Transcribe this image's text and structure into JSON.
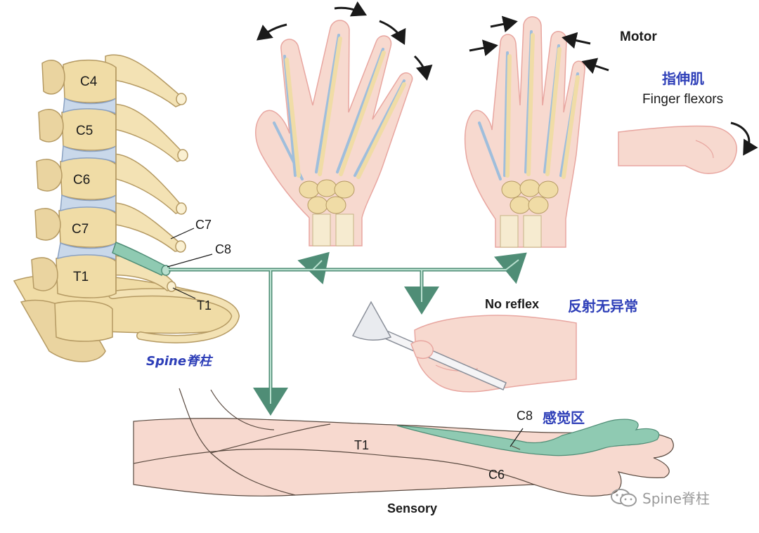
{
  "labels": {
    "vertebrae": [
      "C4",
      "C5",
      "C6",
      "C7",
      "T1"
    ],
    "root_c7": "C7",
    "root_c8": "C8",
    "root_t1": "T1",
    "spine_brand": "Spine脊柱",
    "motor": "Motor",
    "motor_cn": "指伸肌",
    "finger_flexors": "Finger flexors",
    "no_reflex": "No reflex",
    "reflex_cn": "反射无异常",
    "sensory": "Sensory",
    "derm_c8": "C8",
    "derm_cn": "感觉区",
    "derm_t1": "T1",
    "derm_c6": "C6"
  },
  "watermark": {
    "text": "Spine脊柱",
    "icon": "wechat-icon"
  },
  "colors": {
    "nerve_green": "#8fcab2",
    "nerve_stroke": "#4f8d76",
    "skin": "#f7d9cf",
    "bone": "#f0dca6",
    "disc": "#c9d8ea",
    "label_blue": "#2e3fb8"
  }
}
